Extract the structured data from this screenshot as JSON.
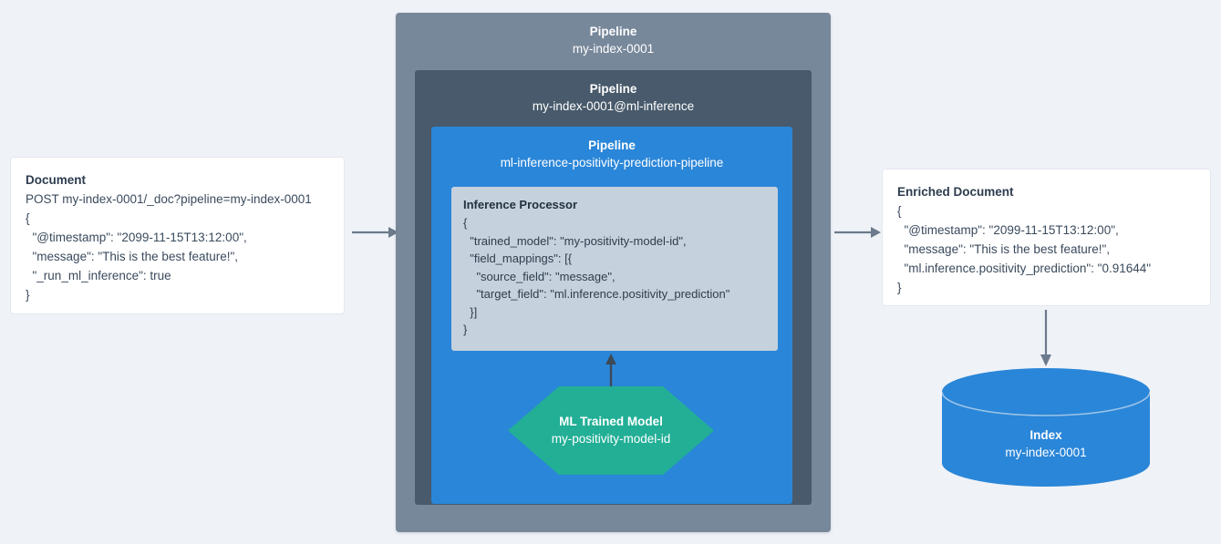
{
  "canvas": {
    "background": "#eff2f7",
    "accent_blue": "#2a86d8",
    "accent_green": "#22af96",
    "slate_outer": "#78889b",
    "slate_mid": "#485a6b",
    "processor_fill": "#c5d1dc",
    "arrow_color": "#6b7a8c"
  },
  "document_card": {
    "title": "Document",
    "lines": [
      "POST my-index-0001/_doc?pipeline=my-index-0001",
      "{",
      "  \"@timestamp\": \"2099-11-15T13:12:00\",",
      "  \"message\": \"This is the best feature!\",",
      "  \"_run_ml_inference\": true",
      "}"
    ]
  },
  "pipeline_outer": {
    "kind": "Pipeline",
    "name": "my-index-0001"
  },
  "pipeline_mid": {
    "kind": "Pipeline",
    "name": "my-index-0001@ml-inference"
  },
  "pipeline_inner": {
    "kind": "Pipeline",
    "name": "ml-inference-positivity-prediction-pipeline"
  },
  "inference_processor": {
    "title": "Inference Processor",
    "lines": [
      "{",
      "  \"trained_model\": \"my-positivity-model-id\",",
      "  \"field_mappings\": [{",
      "    \"source_field\": \"message\",",
      "    \"target_field\": \"ml.inference.positivity_prediction\"",
      "  }]",
      "}"
    ]
  },
  "ml_model": {
    "kind": "ML Trained Model",
    "name": "my-positivity-model-id"
  },
  "enriched_document_card": {
    "title": "Enriched Document",
    "lines": [
      "{",
      "  \"@timestamp\": \"2099-11-15T13:12:00\",",
      "  \"message\": \"This is the best feature!\",",
      "  \"ml.inference.positivity_prediction\": \"0.91644\"",
      "}"
    ]
  },
  "index": {
    "kind": "Index",
    "name": "my-index-0001"
  },
  "connectors": [
    {
      "id": "doc-to-pipeline",
      "direction": "right"
    },
    {
      "id": "pipeline-to-enriched",
      "direction": "right"
    },
    {
      "id": "model-to-processor",
      "direction": "up"
    },
    {
      "id": "enriched-to-index",
      "direction": "down"
    }
  ]
}
